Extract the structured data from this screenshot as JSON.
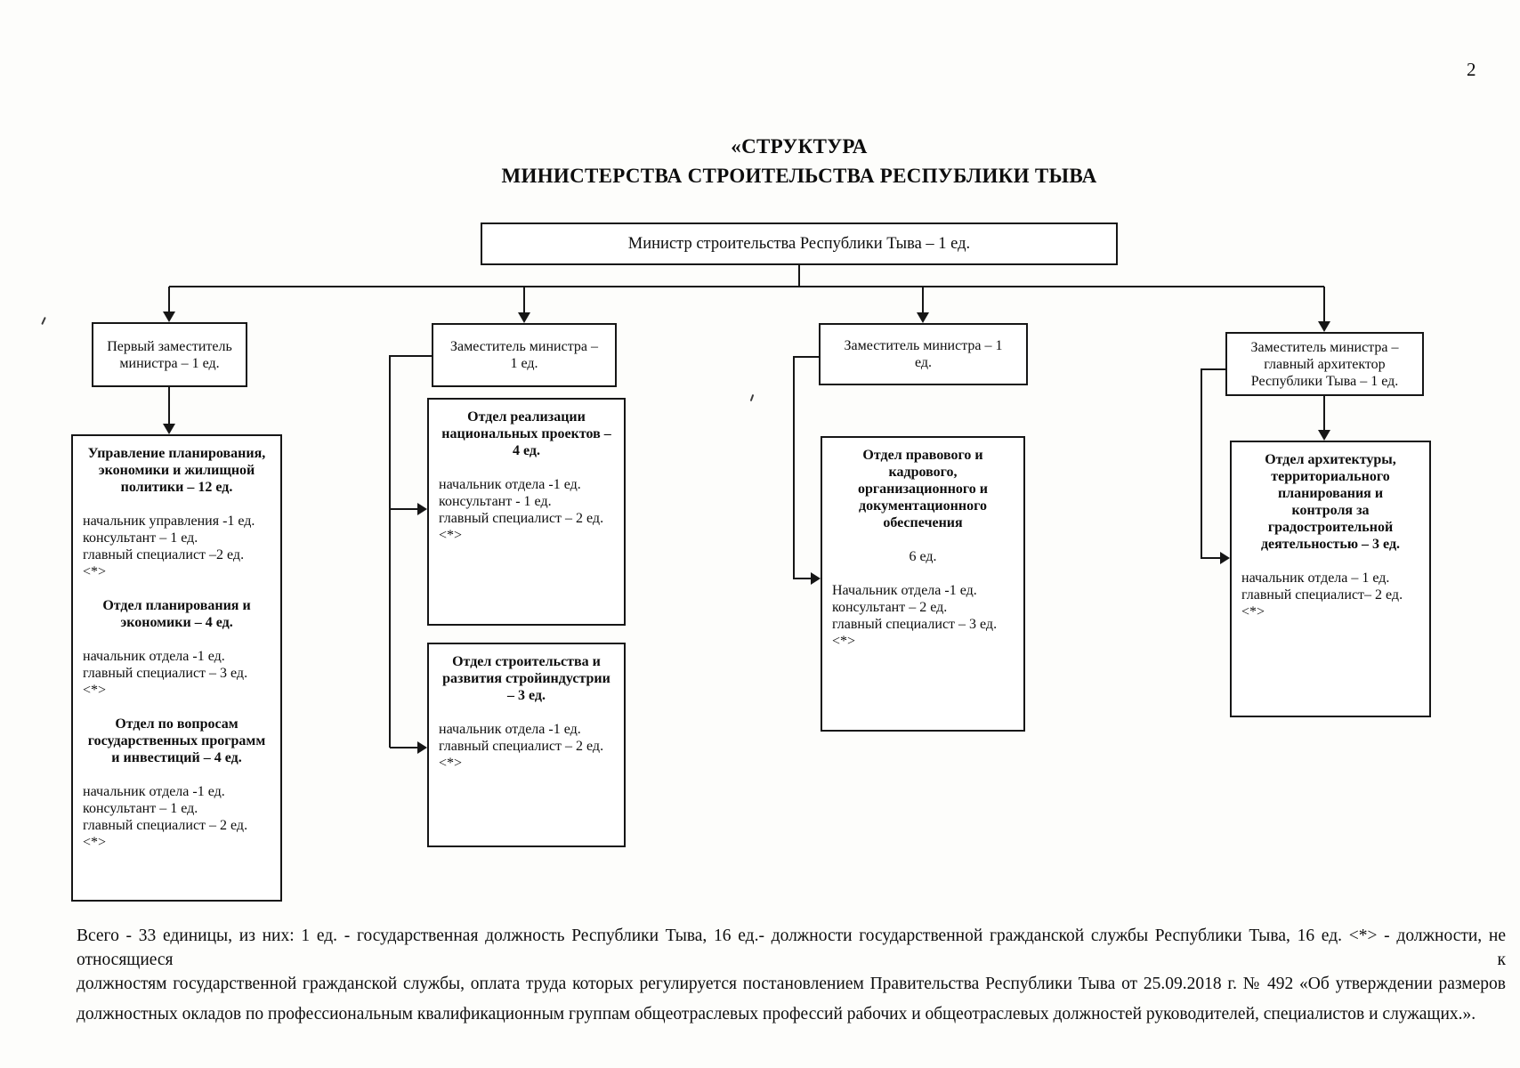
{
  "page_number": "2",
  "title": {
    "line1": "«СТРУКТУРА",
    "line2": "МИНИСТЕРСТВА СТРОИТЕЛЬСТВА РЕСПУБЛИКИ ТЫВА"
  },
  "minister": {
    "label": "Министр строительства Республики Тыва – 1 ед."
  },
  "branches": [
    {
      "header": "Первый заместитель\nминистра – 1 ед."
    },
    {
      "header": "Заместитель министра –\n1 ед."
    },
    {
      "header": "Заместитель министра – 1\nед."
    },
    {
      "header": "Заместитель министра –\nглавный архитектор\nРеспублики Тыва – 1 ед."
    }
  ],
  "departments": {
    "planning_office": {
      "sections": [
        {
          "heading": "Управление планирования,\nэкономики и жилищной\nполитики – 12 ед.",
          "staff": [
            "начальник управления -1 ед.",
            "консультант – 1 ед.",
            "главный специалист –2 ед.",
            "<*>"
          ]
        },
        {
          "heading": "Отдел планирования и\nэкономики – 4 ед.",
          "staff": [
            "начальник отдела -1 ед.",
            "главный специалист – 3 ед.",
            "<*>"
          ]
        },
        {
          "heading": "Отдел по вопросам\nгосударственных программ\nи инвестиций – 4 ед.",
          "staff": [
            "начальник отдела -1 ед.",
            "консультант – 1 ед.",
            "главный специалист – 2 ед.",
            "<*>"
          ]
        }
      ]
    },
    "national_projects": {
      "heading": "Отдел реализации\nнациональных проектов –\n4 ед.",
      "staff": [
        "начальник отдела -1 ед.",
        "консультант - 1 ед.",
        "главный специалист – 2 ед.",
        "<*>"
      ]
    },
    "construction": {
      "heading": "Отдел строительства и\nразвития стройиндустрии\n– 3 ед.",
      "staff": [
        "начальник отдела -1 ед.",
        "главный специалист – 2 ед.",
        "<*>"
      ]
    },
    "legal": {
      "heading": "Отдел правового и\nкадрового,\nорганизационного и\nдокументационного\nобеспечения",
      "subtotal": "6 ед.",
      "staff": [
        "Начальник отдела -1 ед.",
        "консультант – 2 ед.",
        "главный специалист – 3 ед.",
        "<*>"
      ]
    },
    "architecture": {
      "heading": "Отдел архитектуры,\nтерриториального\nпланирования и\nконтроля за\nградостроительной\nдеятельностью – 3 ед.",
      "staff": [
        "начальник отдела – 1 ед.",
        "главный специалист– 2 ед.",
        "<*>"
      ]
    }
  },
  "footnote": {
    "lines": [
      "Всего - 33 единицы, из них: 1 ед. - государственная должность Республики Тыва, 16 ед.- должности государственной гражданской службы Республики Тыва, 16 ед. <*> - должности, не относящиеся к",
      "должностям государственной гражданской службы, оплата труда которых регулируется постановлением Правительства Республики Тыва от 25.09.2018 г. № 492 «Об утверждении размеров",
      "должностных окладов по профессиональным квалификационным группам общеотраслевых профессий рабочих и общеотраслевых должностей руководителей, специалистов и служащих.»."
    ]
  }
}
